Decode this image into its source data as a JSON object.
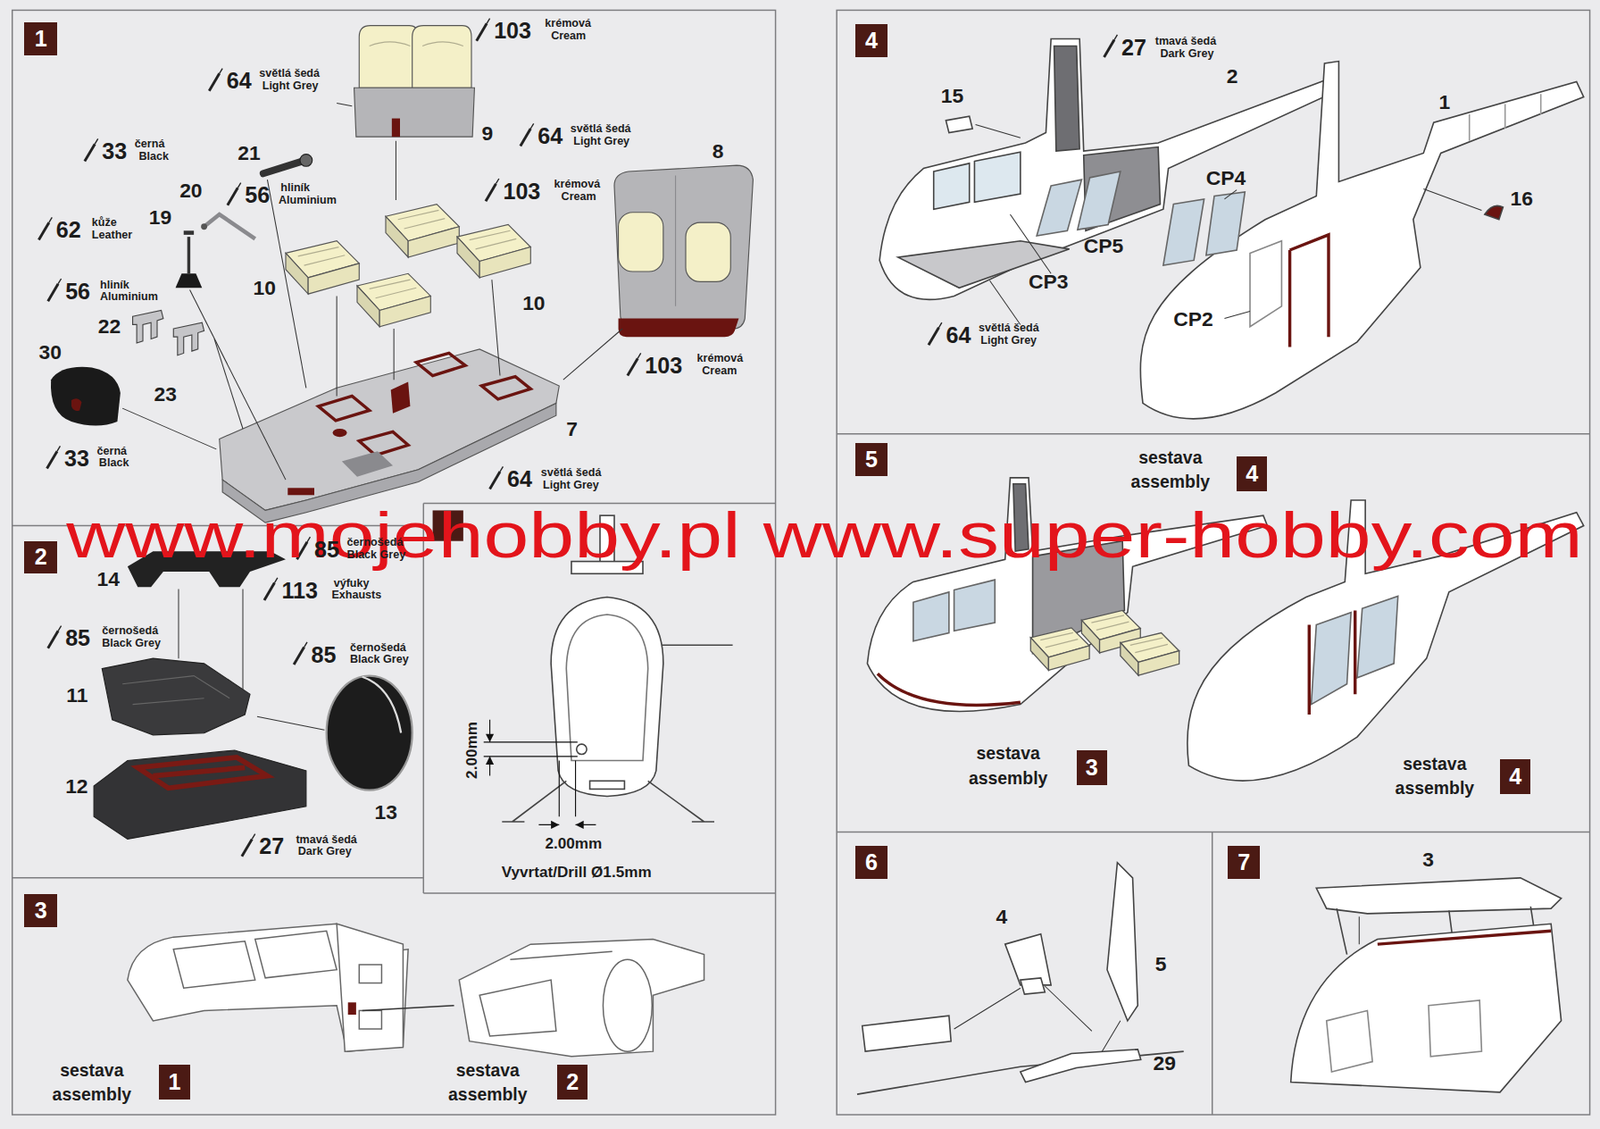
{
  "diagram": {
    "nodes": [
      {
        "text": [
          "1"
        ]
      },
      {
        "text": [
          "2"
        ]
      },
      {
        "text": [
          "3"
        ]
      },
      {
        "text": [
          "4"
        ]
      },
      {
        "text": [
          "5"
        ]
      },
      {
        "text": [
          "6"
        ]
      },
      {
        "text": [
          "7"
        ]
      },
      {
        "text": [
          "1"
        ]
      },
      {
        "text": [
          "2"
        ]
      },
      {
        "text": [
          "4"
        ]
      },
      {
        "text": [
          "3"
        ]
      },
      {
        "text": [
          "4"
        ]
      }
    ],
    "labels": [
      "103",
      "krémová",
      "Cream",
      "64",
      "světlá šedá",
      "Light Grey",
      "9",
      "64",
      "světlá šedá",
      "Light Grey",
      "8",
      "33",
      "černá",
      "Black",
      "21",
      "20",
      "56",
      "hliník",
      "Aluminium",
      "19",
      "62",
      "kůže",
      "Leather",
      "103",
      "krémová",
      "Cream",
      "10",
      "10",
      "56",
      "hliník",
      "Aluminium",
      "22",
      "30",
      "23",
      "103",
      "krémová",
      "Cream",
      "7",
      "33",
      "černá",
      "Black",
      "64",
      "světlá šedá",
      "Light Grey",
      "www.mojehobby.pl www.super-hobby.com",
      "14",
      "85",
      "černošedá",
      "Black Grey",
      "113",
      "výfuky",
      "Exhausts",
      "85",
      "černošedá",
      "Black Grey",
      "85",
      "černošedá",
      "Black Grey",
      "11",
      "12",
      "13",
      "27",
      "tmavá šedá",
      "Dark Grey",
      "2.00mm",
      "2.00mm",
      "Vyvrtat/Drill Ø1.5mm",
      "sestava",
      "assembly",
      "sestava",
      "assembly",
      "27",
      "tmavá šedá",
      "Dark Grey",
      "2",
      "15",
      "1",
      "16",
      "CP4",
      "CP5",
      "CP3",
      "CP2",
      "64",
      "světlá šedá",
      "Light Grey",
      "sestava",
      "assembly",
      "sestava",
      "assembly",
      "sestava",
      "assembly",
      "4",
      "5",
      "29",
      "3"
    ]
  }
}
